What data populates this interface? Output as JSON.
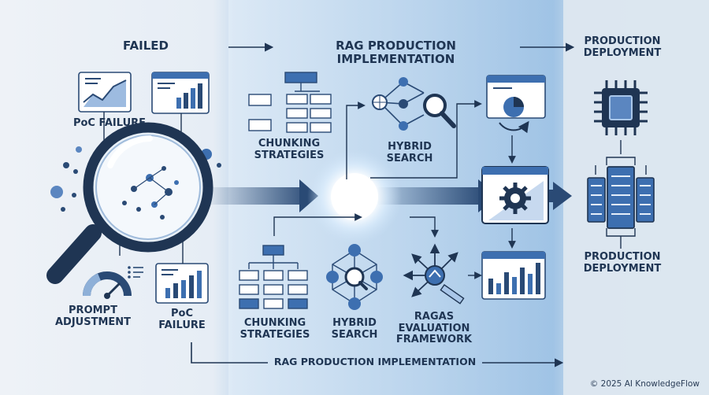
{
  "header": {
    "failed": "FAILED",
    "rag_impl": "RAG PRODUCTION IMPLEMENTATION",
    "prod_deploy": "PRODUCTION\nDEPLOYMENT"
  },
  "labels": {
    "poc_failure_top": "PoC FAILURE",
    "prompt_adjustment": "PROMPT\nADJUSTMENT",
    "poc_failure_bottom": "PoC\nFAILURE",
    "chunking_top": "CHUNKING\nSTRATEGIES",
    "hybrid_top": "HYBRID\nSEARCH",
    "chunking_bottom": "CHUNKING\nSTRATEGIES",
    "hybrid_bottom": "HYBRID\nSEARCH",
    "ragas": "RAGAS\nEVALUATION\nFRAMEWORK",
    "prod_deploy_bottom": "PRODUCTION\nDEPLOYMENT"
  },
  "footer": {
    "rag_impl": "RAG PRODUCTION IMPLEMENTATION",
    "copyright": "© 2025 AI KnowledgeFlow"
  },
  "colors": {
    "navy": "#1f3553",
    "accent": "#3d6fb0",
    "light": "#a9c6e8"
  }
}
